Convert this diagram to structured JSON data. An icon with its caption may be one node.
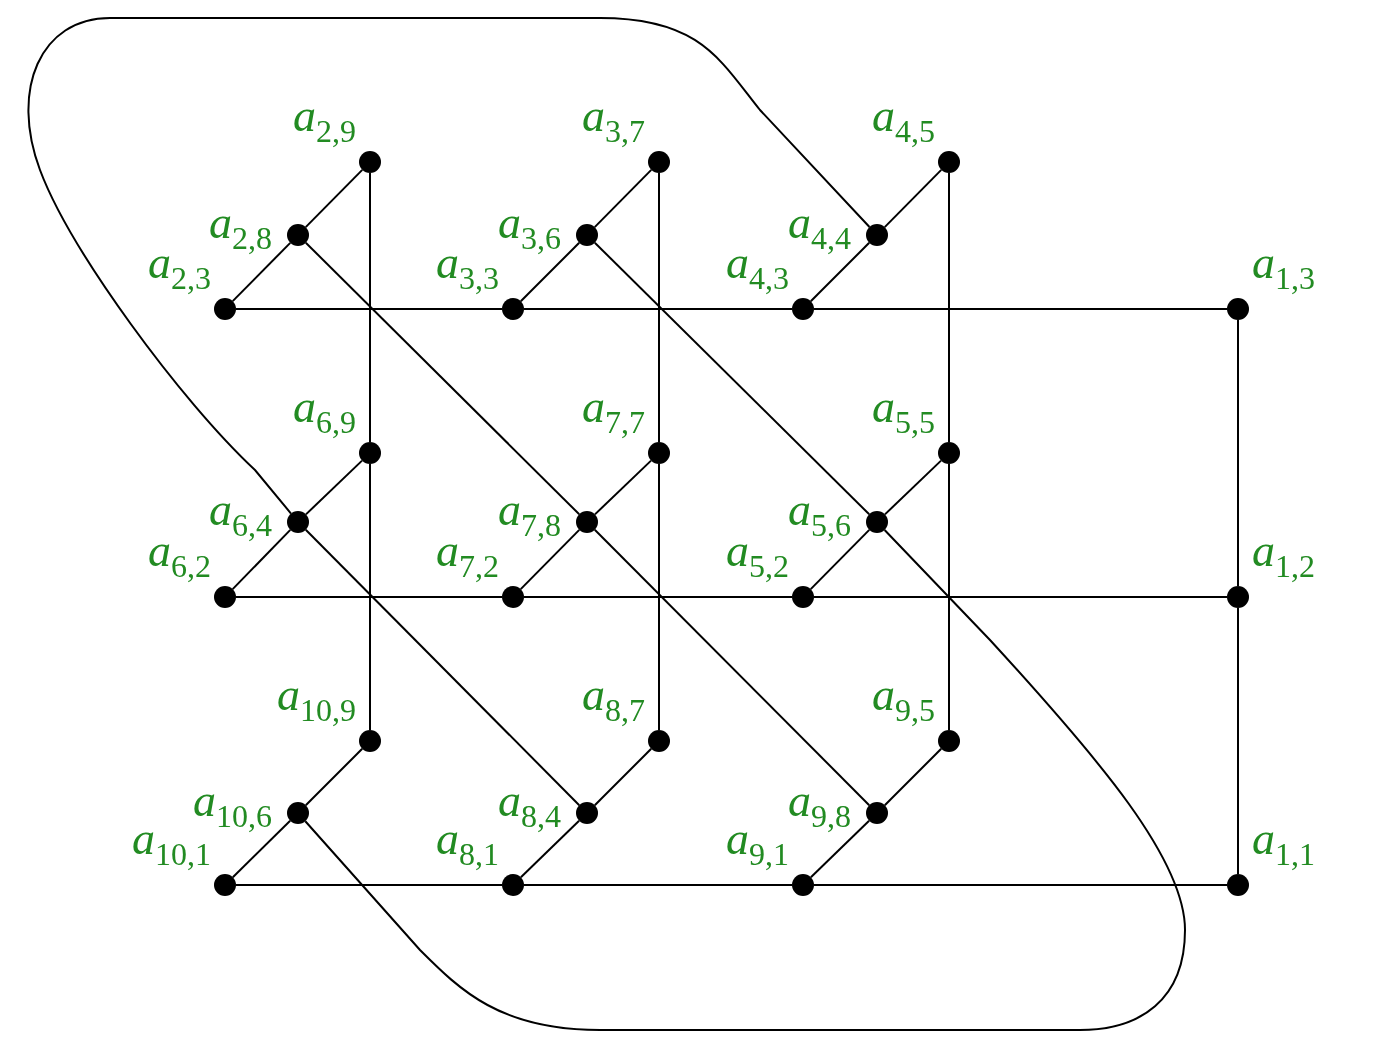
{
  "diagram": {
    "nodes": [
      {
        "text": [],
        "shape": "circle",
        "beside": [
          "a$_{2,9}$"
        ]
      },
      {
        "text": [],
        "shape": "circle",
        "beside": [
          "a$_{3,7}$"
        ]
      },
      {
        "text": [],
        "shape": "circle",
        "beside": [
          "a$_{4,5}$"
        ]
      },
      {
        "text": [],
        "shape": "circle",
        "beside": [
          "a$_{2,8}$"
        ]
      },
      {
        "text": [],
        "shape": "circle",
        "beside": [
          "a$_{3,6}$"
        ]
      },
      {
        "text": [],
        "shape": "circle",
        "beside": [
          "a$_{4,4}$"
        ]
      },
      {
        "text": [],
        "shape": "circle",
        "beside": [
          "a$_{2,3}$"
        ]
      },
      {
        "text": [],
        "shape": "circle",
        "beside": [
          "a$_{3,3}$"
        ]
      },
      {
        "text": [],
        "shape": "circle",
        "beside": [
          "a$_{4,3}$"
        ]
      },
      {
        "text": [],
        "shape": "circle",
        "beside": [
          "a$_{1,3}$"
        ]
      },
      {
        "text": [],
        "shape": "circle",
        "beside": [
          "a$_{6,9}$"
        ]
      },
      {
        "text": [],
        "shape": "circle",
        "beside": [
          "a$_{7,7}$"
        ]
      },
      {
        "text": [],
        "shape": "circle",
        "beside": [
          "a$_{5,5}$"
        ]
      },
      {
        "text": [],
        "shape": "circle",
        "beside": [
          "a$_{6,4}$"
        ]
      },
      {
        "text": [],
        "shape": "circle",
        "beside": [
          "a$_{7,8}$"
        ]
      },
      {
        "text": [],
        "shape": "circle",
        "beside": [
          "a$_{5,6}$"
        ]
      },
      {
        "text": [],
        "shape": "circle",
        "beside": [
          "a$_{6,2}$"
        ]
      },
      {
        "text": [],
        "shape": "circle",
        "beside": [
          "a$_{7,2}$"
        ]
      },
      {
        "text": [],
        "shape": "circle",
        "beside": [
          "a$_{5,2}$"
        ]
      },
      {
        "text": [],
        "shape": "circle",
        "beside": [
          "a$_{1,2}$"
        ]
      },
      {
        "text": [],
        "shape": "circle",
        "beside": [
          "a$_{10,9}$"
        ]
      },
      {
        "text": [],
        "shape": "circle",
        "beside": [
          "a$_{8,7}$"
        ]
      },
      {
        "text": [],
        "shape": "circle",
        "beside": [
          "a$_{9,5}$"
        ]
      },
      {
        "text": [],
        "shape": "circle",
        "beside": [
          "a$_{10,6}$"
        ]
      },
      {
        "text": [],
        "shape": "circle",
        "beside": [
          "a$_{8,4}$"
        ]
      },
      {
        "text": [],
        "shape": "circle",
        "beside": [
          "a$_{9,8}$"
        ]
      },
      {
        "text": [],
        "shape": "circle",
        "beside": [
          "a$_{10,1}$"
        ]
      },
      {
        "text": [],
        "shape": "circle",
        "beside": [
          "a$_{8,1}$"
        ]
      },
      {
        "text": [],
        "shape": "circle",
        "beside": [
          "a$_{9,1}$"
        ]
      },
      {
        "text": [],
        "shape": "circle",
        "beside": [
          "a$_{1,1}$"
        ]
      }
    ],
    "edges": [
      {
        "from": 6,
        "to": 7,
        "arrow": "none"
      },
      {
        "from": 7,
        "to": 8,
        "arrow": "none"
      },
      {
        "from": 8,
        "to": 9,
        "arrow": "none"
      },
      {
        "from": 16,
        "to": 17,
        "arrow": "none"
      },
      {
        "from": 17,
        "to": 18,
        "arrow": "none"
      },
      {
        "from": 18,
        "to": 19,
        "arrow": "none"
      },
      {
        "from": 26,
        "to": 27,
        "arrow": "none"
      },
      {
        "from": 27,
        "to": 28,
        "arrow": "none"
      },
      {
        "from": 28,
        "to": 29,
        "arrow": "none"
      },
      {
        "from": 9,
        "to": 19,
        "arrow": "none"
      },
      {
        "from": 19,
        "to": 29,
        "arrow": "none"
      },
      {
        "from": 0,
        "to": 10,
        "arrow": "none"
      },
      {
        "from": 10,
        "to": 20,
        "arrow": "none"
      },
      {
        "from": 1,
        "to": 11,
        "arrow": "none"
      },
      {
        "from": 11,
        "to": 21,
        "arrow": "none"
      },
      {
        "from": 2,
        "to": 12,
        "arrow": "none"
      },
      {
        "from": 12,
        "to": 22,
        "arrow": "none"
      },
      {
        "from": 6,
        "to": 3,
        "arrow": "none"
      },
      {
        "from": 3,
        "to": 0,
        "arrow": "none"
      },
      {
        "from": 7,
        "to": 4,
        "arrow": "none"
      },
      {
        "from": 4,
        "to": 1,
        "arrow": "none"
      },
      {
        "from": 8,
        "to": 5,
        "arrow": "none"
      },
      {
        "from": 5,
        "to": 2,
        "arrow": "none"
      },
      {
        "from": 16,
        "to": 13,
        "arrow": "none"
      },
      {
        "from": 13,
        "to": 10,
        "arrow": "none"
      },
      {
        "from": 17,
        "to": 14,
        "arrow": "none"
      },
      {
        "from": 14,
        "to": 11,
        "arrow": "none"
      },
      {
        "from": 18,
        "to": 15,
        "arrow": "none"
      },
      {
        "from": 15,
        "to": 12,
        "arrow": "none"
      },
      {
        "from": 26,
        "to": 23,
        "arrow": "none"
      },
      {
        "from": 23,
        "to": 20,
        "arrow": "none"
      },
      {
        "from": 27,
        "to": 24,
        "arrow": "none"
      },
      {
        "from": 24,
        "to": 21,
        "arrow": "none"
      },
      {
        "from": 28,
        "to": 25,
        "arrow": "none"
      },
      {
        "from": 25,
        "to": 22,
        "arrow": "none"
      },
      {
        "from": 3,
        "to": 14,
        "arrow": "none"
      },
      {
        "from": 14,
        "to": 25,
        "arrow": "none"
      },
      {
        "from": 4,
        "to": 15,
        "arrow": "none"
      },
      {
        "from": 13,
        "to": 24,
        "arrow": "none"
      },
      {
        "from": 5,
        "to": 13,
        "arrow": "none"
      },
      {
        "from": 15,
        "to": 23,
        "arrow": "none"
      }
    ]
  }
}
